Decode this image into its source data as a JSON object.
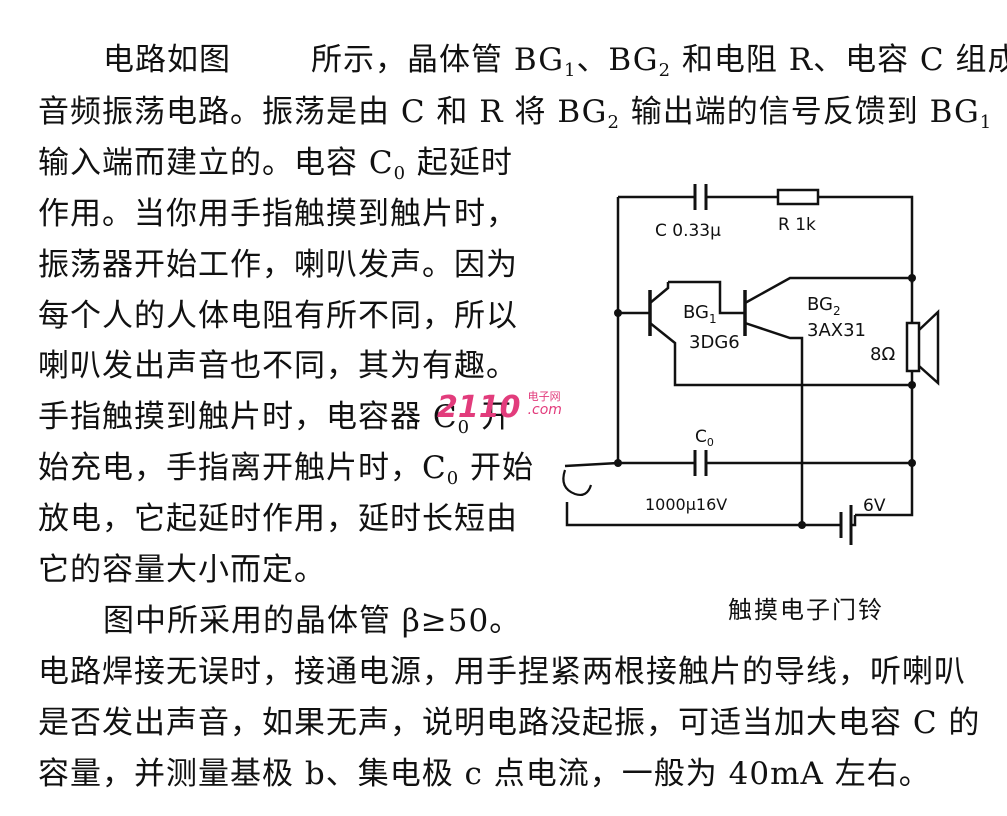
{
  "text": {
    "p1_l1": {
      "a": "电路如图",
      "b": "所示，晶体管 BG",
      "s1": "1",
      "c": "、BG",
      "s2": "2",
      "d": " 和电阻 R、电容 C 组成"
    },
    "p1_l2": {
      "a": "音频振荡电路。振荡是由 C 和 R 将 BG",
      "s1": "2",
      "b": " 输出端的信号反馈到 BG",
      "s2": "1"
    },
    "p1_l3": {
      "a": "输入端而建立的。电容 C",
      "s1": "0",
      "b": " 起延时"
    },
    "p1_l4": "作用。当你用手指触摸到触片时，",
    "p1_l5": "振荡器开始工作，喇叭发声。因为",
    "p1_l6": "每个人的人体电阻有所不同，所以",
    "p1_l7": "喇叭发出声音也不同，其为有趣。",
    "p1_l8": {
      "a": "手指触摸到触片时，电容器 C",
      "s1": "0",
      "b": " 开"
    },
    "p1_l9": {
      "a": "始充电，手指离开触片时，C",
      "s1": "0",
      "b": " 开始"
    },
    "p1_l10": "放电，它起延时作用，延时长短由",
    "p1_l11": "它的容量大小而定。",
    "p2_l1": "图中所采用的晶体管 β≥50。",
    "p2_l2": "电路焊接无误时，接通电源，用手捏紧两根接触片的导线，听喇叭",
    "p2_l3": "是否发出声音，如果无声，说明电路没起振，可适当加大电容 C 的",
    "p2_l4": "容量，并测量基极 b、集电极 c 点电流，一般为 40mA 左右。"
  },
  "diagram": {
    "cap_c_label": "C 0.33μ",
    "res_r_label": "R 1k",
    "bg1_name": "BG",
    "bg1_sub": "1",
    "bg1_type": "3DG6",
    "bg2_name": "BG",
    "bg2_sub": "2",
    "bg2_type": "3AX31",
    "speaker_label": "8Ω",
    "c0_name": "C",
    "c0_sub": "0",
    "c0_value": "1000μ16V",
    "battery_label": "6V"
  },
  "caption": "触摸电子门铃",
  "watermark": {
    "main": "2110",
    "sub1": "电子网",
    "sub2": ".com",
    "color": "#e23c7c"
  }
}
